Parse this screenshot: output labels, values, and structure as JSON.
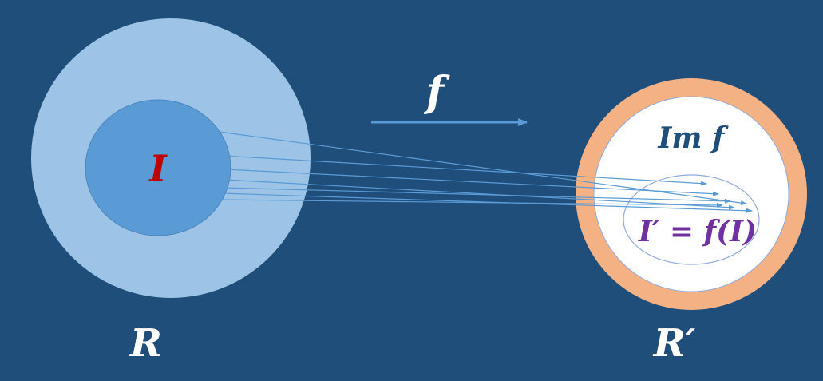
{
  "diagram": {
    "map_label": "f",
    "domain_ring_label": "R",
    "ideal_label": "I",
    "codomain_ring_label": "R′",
    "image_label": "Im f",
    "image_ideal_label": "I′ = f(I)",
    "arrow_count": 7
  },
  "colors": {
    "background": "#1f4e7a",
    "domain_outer": "#9dc3e6",
    "domain_inner": "#5b9bd5",
    "codomain_outer": "#f4b183",
    "codomain_inner": "#ffffff",
    "ideal_label": "#c00000",
    "image_label": "#1f4e79",
    "image_ideal_label": "#7030a0",
    "arrows": "#5b9bd5",
    "ring_labels": "#ffffff"
  }
}
